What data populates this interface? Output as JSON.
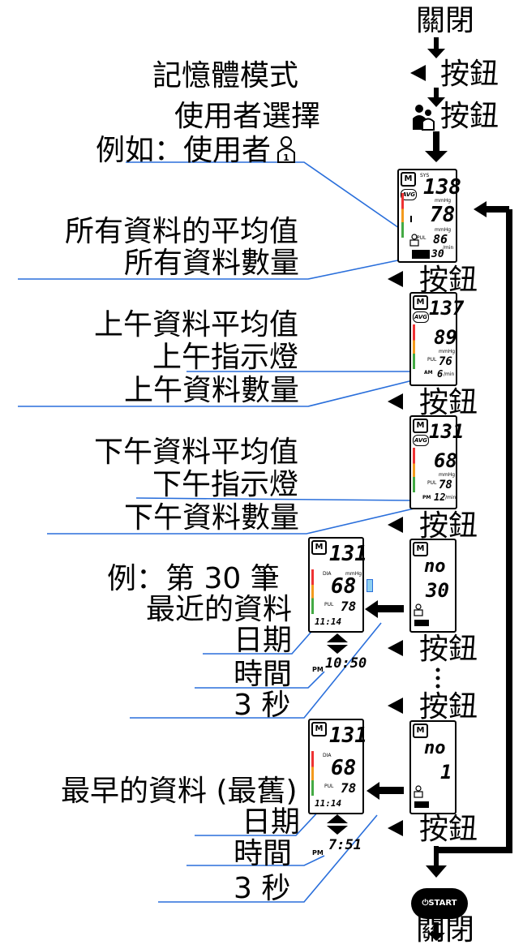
{
  "steps": {
    "off_top": "關閉",
    "off_bottom": "關閉",
    "btn": "按鈕"
  },
  "labels": {
    "memory_mode": "記憶體模式",
    "user_select": "使用者選擇",
    "example_user": "例如：使用者",
    "all_avg": "所有資料的平均值",
    "all_count": "所有資料數量",
    "am_avg": "上午資料平均值",
    "am_indicator": "上午指示燈",
    "am_count": "上午資料數量",
    "pm_avg": "下午資料平均值",
    "pm_indicator": "下午指示燈",
    "pm_count": "下午資料數量",
    "example_30": "例：第 30 筆",
    "recent": "最近的資料",
    "date1": "日期",
    "time1": "時間",
    "sec1": "3 秒",
    "oldest": "最早的資料 (最舊)",
    "date2": "日期",
    "time2": "時間",
    "sec2": "3 秒"
  },
  "lcd_all": {
    "sys": "138",
    "dia": "78",
    "pul": "86",
    "count": "30"
  },
  "lcd_am": {
    "sys": "137",
    "dia": "89",
    "pul": "76",
    "tag": "AM",
    "count": "6"
  },
  "lcd_pm": {
    "sys": "131",
    "dia": "68",
    "pul": "78",
    "tag": "PM",
    "count": "12"
  },
  "lcd_no30": {
    "no": "no",
    "num": "30"
  },
  "lcd_no1": {
    "no": "no",
    "num": "1"
  },
  "lcd_rec30": {
    "sys": "131",
    "dia": "68",
    "pul": "78",
    "date": "11:14",
    "time_tag": "PM",
    "time": "10:50"
  },
  "lcd_rec1": {
    "sys": "131",
    "dia": "68",
    "pul": "78",
    "date": "11:14",
    "time_tag": "PM",
    "time": "7:51"
  },
  "lcd_small": {
    "m": "M",
    "avg": "AVG",
    "sys": "SYS",
    "dia": "DIA",
    "mmhg": "mmHg",
    "pul": "PUL",
    "min": "/min",
    "start": "START"
  }
}
